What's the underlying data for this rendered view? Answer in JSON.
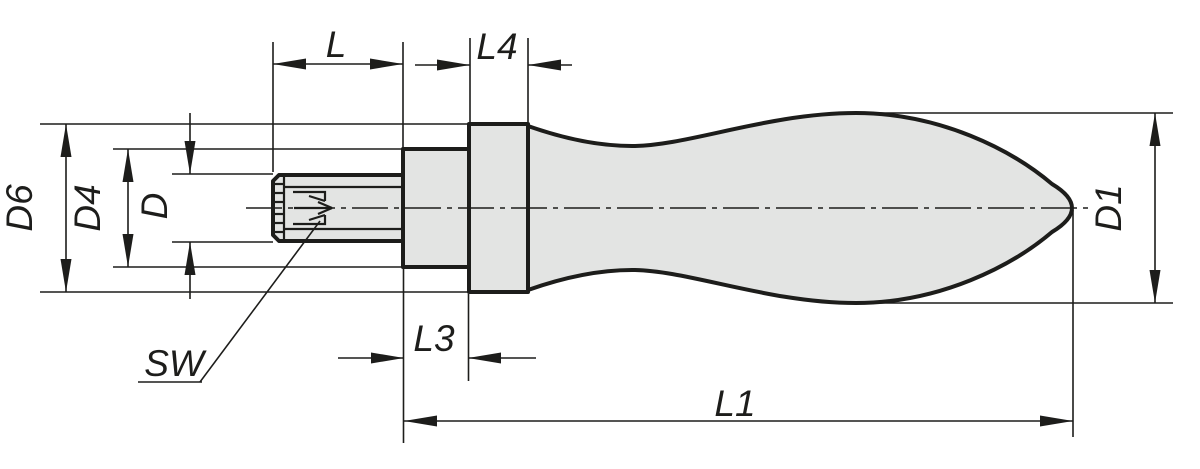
{
  "drawing": {
    "kind": "technical-dimension-drawing",
    "labels": {
      "L": "L",
      "L4": "L4",
      "L3": "L3",
      "L1": "L1",
      "D": "D",
      "D1": "D1",
      "D4": "D4",
      "D6": "D6",
      "SW": "SW"
    },
    "colors": {
      "line": "#1d1d1b",
      "part_fill": "#e3e4e3",
      "background": "#ffffff"
    }
  }
}
